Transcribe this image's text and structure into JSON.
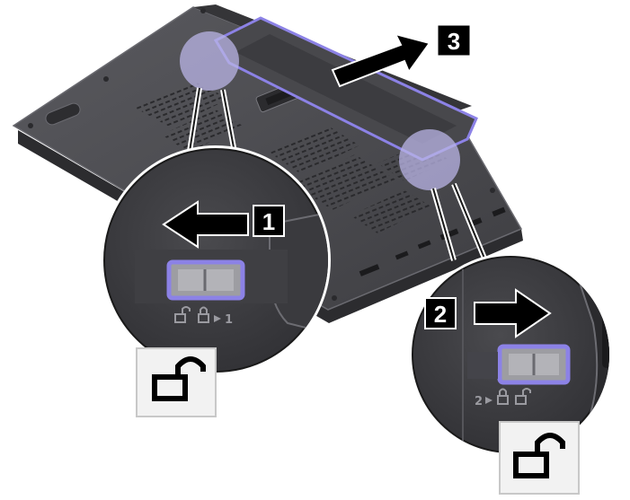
{
  "steps": {
    "step1": "1",
    "step2": "2",
    "step3": "3"
  },
  "latch_left": {
    "marking_number": "1",
    "state_icons": [
      "unlock-icon",
      "lock-icon"
    ],
    "callout_icon": "unlock-icon"
  },
  "latch_right": {
    "marking_number": "2",
    "state_icons": [
      "lock-icon",
      "unlock-icon"
    ],
    "callout_icon": "unlock-icon"
  },
  "colors": {
    "laptop_body": "#4a4a4e",
    "laptop_edge": "#5d5d62",
    "highlight": "#8c82e6",
    "magnifier_fill": "#b9b4e6",
    "arrow": "#000000",
    "step_box": "#000000",
    "step_text": "#ffffff"
  }
}
